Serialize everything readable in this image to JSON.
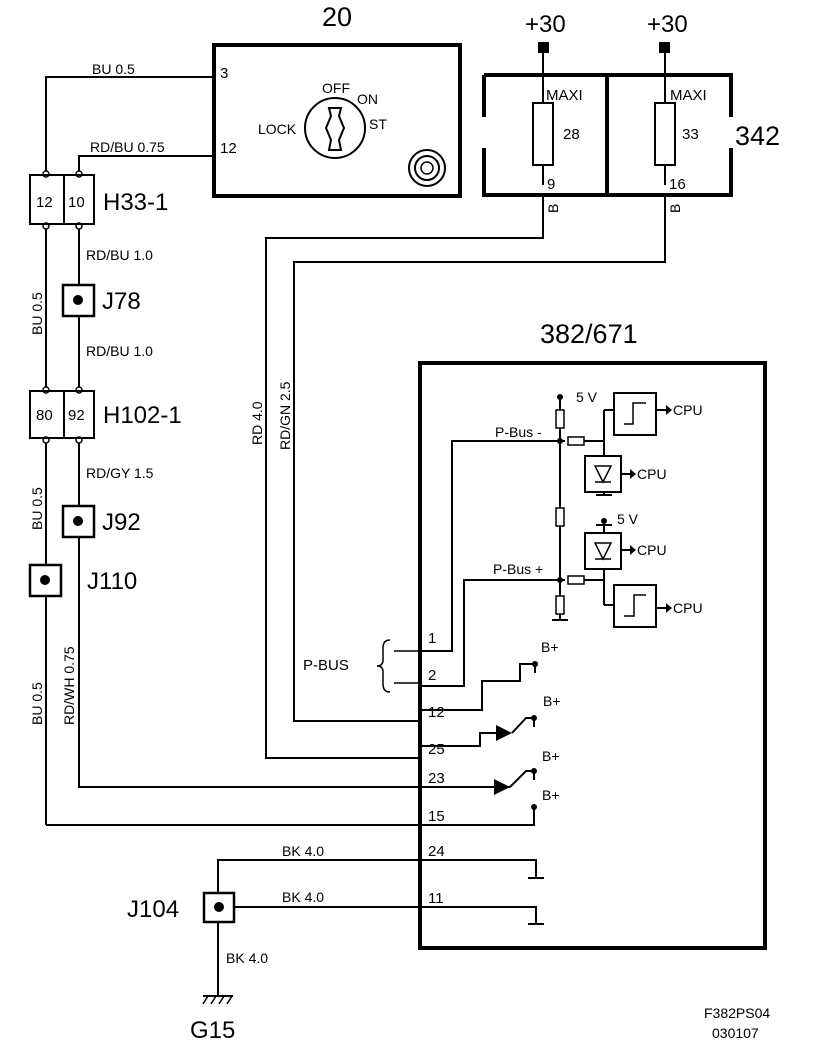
{
  "components": {
    "ignition_switch": {
      "id": "20",
      "pin_top": "3",
      "pin_bottom": "12",
      "positions": {
        "off": "OFF",
        "on": "ON",
        "lock": "LOCK",
        "start": "ST"
      }
    },
    "fuse_box": {
      "id": "342",
      "supply_left": "+30",
      "supply_right": "+30",
      "fuse_left_type": "MAXI",
      "fuse_right_type": "MAXI",
      "fuse_left_no": "28",
      "fuse_right_no": "33",
      "pin_left": "9",
      "pin_right": "16",
      "lead_left_color": "B",
      "lead_right_color": "B"
    },
    "connector_h33": {
      "id": "H33-1",
      "pin_a": "12",
      "pin_b": "10"
    },
    "connector_h102": {
      "id": "H102-1",
      "pin_a": "80",
      "pin_b": "92"
    },
    "splice_j78": {
      "id": "J78"
    },
    "splice_j92": {
      "id": "J92"
    },
    "splice_j110": {
      "id": "J110"
    },
    "splice_j104": {
      "id": "J104"
    },
    "ground_g15": {
      "id": "G15"
    },
    "control_module": {
      "id": "382/671",
      "voltage_top": "5 V",
      "voltage_mid": "5 V",
      "bus_minus": "P-Bus -",
      "bus_plus": "P-Bus +",
      "cpu": "CPU",
      "bplus": "B+",
      "pbus_label": "P-BUS",
      "pins": [
        "1",
        "2",
        "12",
        "25",
        "23",
        "15",
        "24",
        "11"
      ]
    }
  },
  "wires": {
    "w_bu_top": "BU   0.5",
    "w_rdbu_075": "RD/BU   0.75",
    "w_bu_v1": "BU   0.5",
    "w_rdbu_10a": "RD/BU  1.0",
    "w_rdbu_10b": "RD/BU  1.0",
    "w_bu_v2": "BU   0.5",
    "w_rdgy": "RD/GY  1.5",
    "w_rd40": "RD   4.0",
    "w_rdgn": "RD/GN  2.5",
    "w_bu_v3": "BU   0.5",
    "w_rdwh": "RD/WH  0.75",
    "w_bk_24": "BK   4.0",
    "w_bk_11": "BK   4.0",
    "w_bk_g": "BK 4.0"
  },
  "footer": {
    "code": "F382PS04",
    "date": "030107"
  }
}
